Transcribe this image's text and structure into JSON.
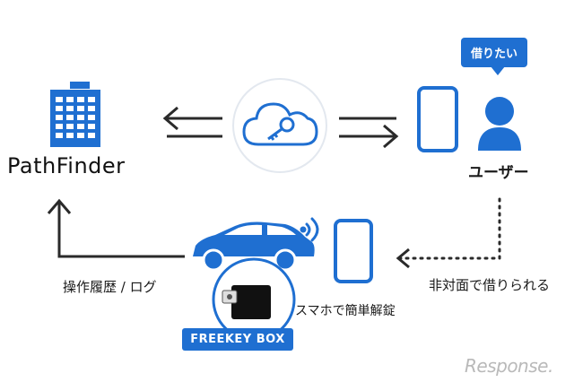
{
  "brand": {
    "name": "PathFinder"
  },
  "user": {
    "label": "ユーザー",
    "bubble": "借りたい"
  },
  "flows": {
    "rent": "非対面で借りられる",
    "history": "操作履歴 / ログ",
    "unlock": "スマホで簡単解錠"
  },
  "device": {
    "badge": "FREEKEY BOX"
  },
  "watermark": "Response.",
  "colors": {
    "accent": "#1f6fd1",
    "line": "#2a2a2a",
    "cloud_border": "#1f6fd1"
  },
  "icons": [
    "building-icon",
    "cloud-key-icon",
    "smartphone-icon",
    "user-icon",
    "car-icon",
    "signal-icon",
    "key-box-icon"
  ]
}
